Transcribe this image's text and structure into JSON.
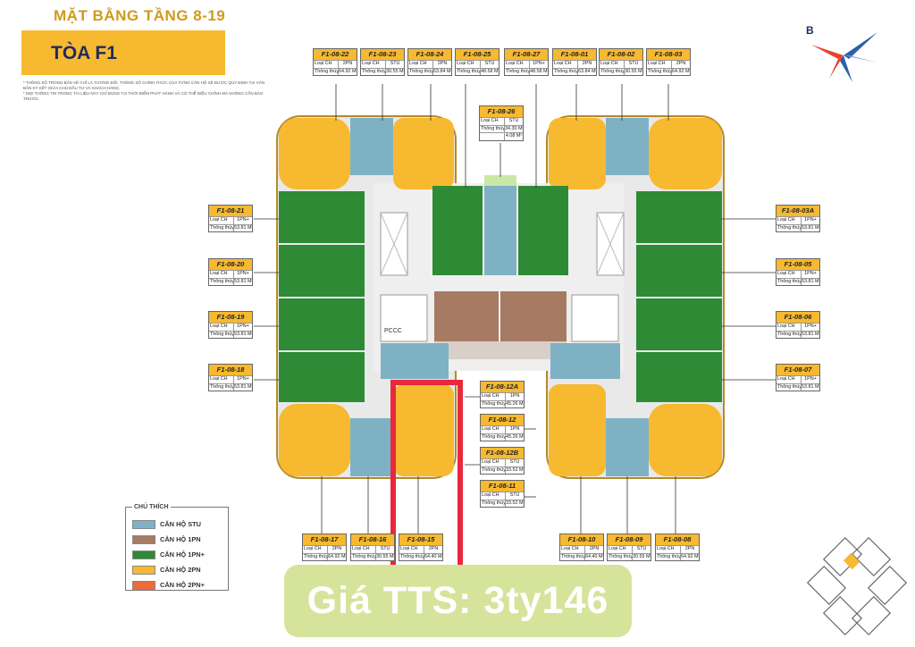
{
  "title": "MẶT BẰNG TẦNG 8-19",
  "tower": "TÒA F1",
  "notes": [
    "* THÔNG SỐ TRONG BẢN VẼ CHỈ LÀ TƯƠNG ĐỐI, THÔNG SỐ CHÍNH THỨC CỦA TỪNG CĂN HỘ SẼ ĐƯỢC QUY ĐỊNH TẠI VĂN BẢN KÝ KẾT GIỮA CHỦ ĐẦU TƯ VÀ KHÁCH HÀNG.",
    "* MỌI THÔNG TIN TRONG TÀI LIỆU NÀY CHỈ ĐÚNG TẠI THỜI ĐIỂM PHÁT HÀNH VÀ CÓ THỂ ĐIỀU CHỈNH MÀ KHÔNG CẦN BÁO TRƯỚC."
  ],
  "compass_letter": "B",
  "key_labels": {
    "type": "Loại CH",
    "area": "Thông thủy"
  },
  "units": [
    {
      "code": "F1-08-22",
      "type": "2PN",
      "area": "64.92 M²"
    },
    {
      "code": "F1-08-23",
      "type": "STU",
      "area": "30.55 M²"
    },
    {
      "code": "F1-08-24",
      "type": "2PN",
      "area": "63.84 M²"
    },
    {
      "code": "F1-08-25",
      "type": "STU",
      "area": "48.58 M²"
    },
    {
      "code": "F1-08-27",
      "type": "1PN+",
      "area": "48.58 M²"
    },
    {
      "code": "F1-08-01",
      "type": "2PN",
      "area": "63.84 M²"
    },
    {
      "code": "F1-08-02",
      "type": "STU",
      "area": "30.55 M²"
    },
    {
      "code": "F1-08-03",
      "type": "2PN",
      "area": "64.92 M²"
    },
    {
      "code": "F1-08-26",
      "type": "STU",
      "area": "34.30 M²",
      "area2": "4.08 M²"
    },
    {
      "code": "F1-08-21",
      "type": "1PN+",
      "area": "53.81 M²"
    },
    {
      "code": "F1-08-20",
      "type": "1PN+",
      "area": "53.81 M²"
    },
    {
      "code": "F1-08-19",
      "type": "1PN+",
      "area": "53.81 M²"
    },
    {
      "code": "F1-08-18",
      "type": "1PN+",
      "area": "53.81 M²"
    },
    {
      "code": "F1-08-03A",
      "type": "1PN+",
      "area": "53.81 M²"
    },
    {
      "code": "F1-08-05",
      "type": "1PN+",
      "area": "53.81 M²"
    },
    {
      "code": "F1-08-06",
      "type": "1PN+",
      "area": "53.81 M²"
    },
    {
      "code": "F1-08-07",
      "type": "1PN+",
      "area": "53.81 M²"
    },
    {
      "code": "F1-08-12A",
      "type": "1PN",
      "area": "45.26 M²"
    },
    {
      "code": "F1-08-12",
      "type": "1PN",
      "area": "45.26 M²"
    },
    {
      "code": "F1-08-12B",
      "type": "STU",
      "area": "33.52 M²"
    },
    {
      "code": "F1-08-11",
      "type": "STU",
      "area": "33.52 M²"
    },
    {
      "code": "F1-08-17",
      "type": "2PN",
      "area": "64.92 M²"
    },
    {
      "code": "F1-08-16",
      "type": "STU",
      "area": "30.55 M²"
    },
    {
      "code": "F1-08-15",
      "type": "2PN",
      "area": "64.40 M²"
    },
    {
      "code": "F1-08-10",
      "type": "2PN",
      "area": "64.40 M²"
    },
    {
      "code": "F1-08-09",
      "type": "STU",
      "area": "30.55 M²"
    },
    {
      "code": "F1-08-08",
      "type": "2PN",
      "area": "64.92 M²"
    }
  ],
  "pccc_label": "PCCC",
  "legend": {
    "title": "CHÚ THÍCH",
    "items": [
      {
        "label": "CĂN HỘ STU",
        "color": "#7fb1c4"
      },
      {
        "label": "CĂN HỘ 1PN",
        "color": "#a77a64"
      },
      {
        "label": "CĂN HỘ 1PN+",
        "color": "#2e8a35"
      },
      {
        "label": "CĂN HỘ 2PN",
        "color": "#f7b92f"
      },
      {
        "label": "CĂN HỘ 2PN+",
        "color": "#f06a3c"
      }
    ]
  },
  "price": "Giá TTS: 3ty146",
  "colors": {
    "stu": "#7fb1c4",
    "one_bed": "#a77a64",
    "one_bed_plus": "#2e8a35",
    "two_bed": "#f7b92f",
    "highlight": "#e8283c",
    "price_bg": "#d6e39a"
  }
}
